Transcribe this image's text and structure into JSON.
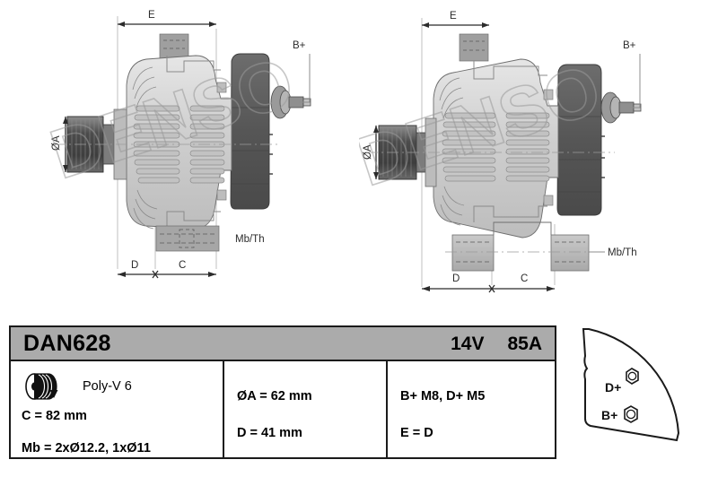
{
  "product": {
    "code": "DAN628",
    "voltage": "14V",
    "current": "85A"
  },
  "spec_table": {
    "column1": {
      "belt_icon": "pulley-icon",
      "belt_type": "Poly-V 6",
      "dim_c": "C = 82 mm",
      "dim_mb": "Mb = 2xØ12.2, 1xØ11"
    },
    "column2": {
      "dim_a": "ØA = 62 mm",
      "dim_d": "D = 41 mm"
    },
    "column3": {
      "terminals": "B+ M8, D+ M5",
      "dim_e": "E = D"
    }
  },
  "terminal_panel": {
    "labels": {
      "d_plus": "D+",
      "b_plus": "B+"
    }
  },
  "drawings": [
    {
      "view": "side-view-left",
      "labels": {
        "dim_e": "E",
        "dim_a": "ØA",
        "dim_d": "D",
        "dim_c": "C",
        "terminal_b": "B+",
        "mount_th": "Mb/Th"
      },
      "watermark": "DENSO"
    },
    {
      "view": "side-view-right",
      "labels": {
        "dim_e": "E",
        "dim_a": "ØA",
        "dim_d": "D",
        "dim_c": "C",
        "terminal_b": "B+",
        "mount_th": "Mb/Th"
      },
      "watermark": "DENSO"
    }
  ],
  "colors": {
    "header_bg": "#ababab",
    "border": "#1a1a1a",
    "body_light": "#d8d8d8",
    "body_mid": "#b8b8b8",
    "rear_dark": "#5a5a5a",
    "pulley_dark": "#4e4e4e",
    "line": "#2b2b2b",
    "watermark": "#9a9a9a"
  }
}
